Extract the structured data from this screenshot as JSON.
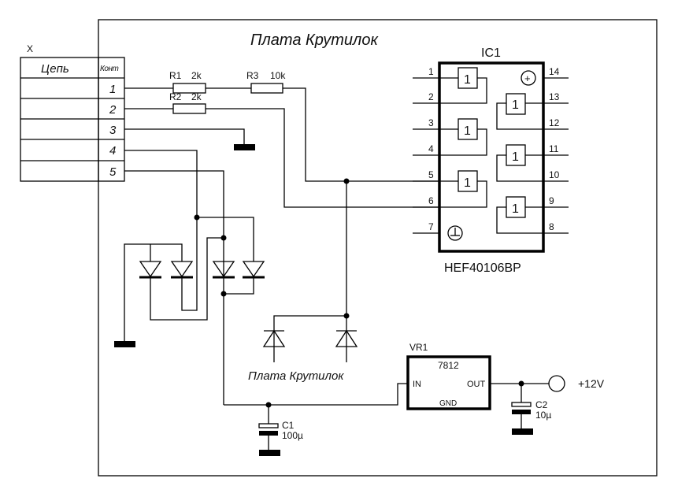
{
  "board": {
    "title": "Плата Крутилок",
    "bottom_label": "Плата Крутилок"
  },
  "connector": {
    "designator": "X",
    "header_circuit": "Цепь",
    "header_contact": "Конт",
    "rows": [
      {
        "circuit": "",
        "contact": "1"
      },
      {
        "circuit": "",
        "contact": "2"
      },
      {
        "circuit": "",
        "contact": "3"
      },
      {
        "circuit": "",
        "contact": "4"
      },
      {
        "circuit": "",
        "contact": "5"
      }
    ]
  },
  "resistors": [
    {
      "ref": "R1",
      "value": "2k"
    },
    {
      "ref": "R2",
      "value": "2k"
    },
    {
      "ref": "R3",
      "value": "10k"
    }
  ],
  "ic": {
    "ref": "IC1",
    "part": "HEF40106BP",
    "gate_label": "1",
    "power_symbol": "+",
    "ground_symbol": "⏚",
    "left_pins": [
      "1",
      "2",
      "3",
      "4",
      "5",
      "6",
      "7"
    ],
    "right_pins": [
      "14",
      "13",
      "12",
      "11",
      "10",
      "9",
      "8"
    ]
  },
  "regulator": {
    "ref": "VR1",
    "part": "7812",
    "pin_in": "IN",
    "pin_out": "OUT",
    "pin_gnd": "GND"
  },
  "capacitors": [
    {
      "ref": "C1",
      "value": "100µ"
    },
    {
      "ref": "C2",
      "value": "10µ"
    }
  ],
  "output": {
    "label": "+12V"
  }
}
